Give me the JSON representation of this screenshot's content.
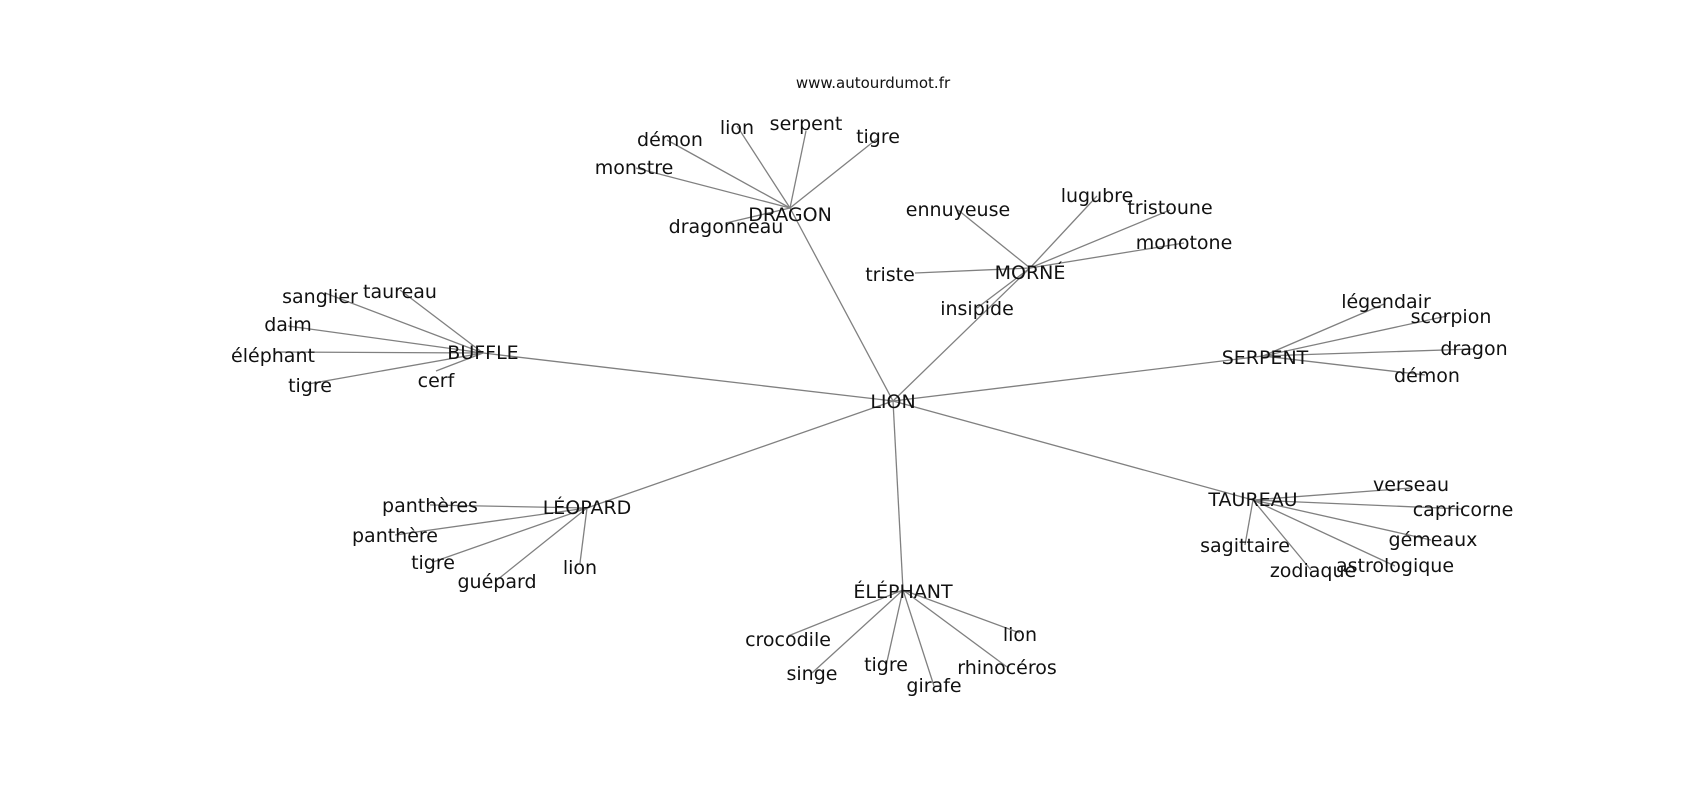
{
  "site": "www.autourdumot.fr",
  "center": {
    "label": "LION"
  },
  "clusters": [
    {
      "label": "DRAGON",
      "leaves": [
        "démon",
        "lion",
        "serpent",
        "tigre",
        "monstre",
        "dragonneau"
      ]
    },
    {
      "label": "MORNÉ",
      "leaves": [
        "ennuyeuse",
        "lugubre",
        "tristoune",
        "monotone",
        "triste",
        "insipide"
      ]
    },
    {
      "label": "BUFFLE",
      "leaves": [
        "sanglier",
        "taureau",
        "daim",
        "éléphant",
        "tigre",
        "cerf"
      ]
    },
    {
      "label": "SERPENT",
      "leaves": [
        "légendair",
        "scorpion",
        "dragon",
        "démon"
      ]
    },
    {
      "label": "LÉOPARD",
      "leaves": [
        "panthères",
        "panthère",
        "tigre",
        "guépard",
        "lion"
      ]
    },
    {
      "label": "TAUREAU",
      "leaves": [
        "verseau",
        "capricorne",
        "gémeaux",
        "astrologique",
        "sagittaire",
        "zodiaque"
      ]
    },
    {
      "label": "ÉLÉPHANT",
      "leaves": [
        "crocodile",
        "singe",
        "tigre",
        "girafe",
        "rhinocéros",
        "lion"
      ]
    }
  ]
}
